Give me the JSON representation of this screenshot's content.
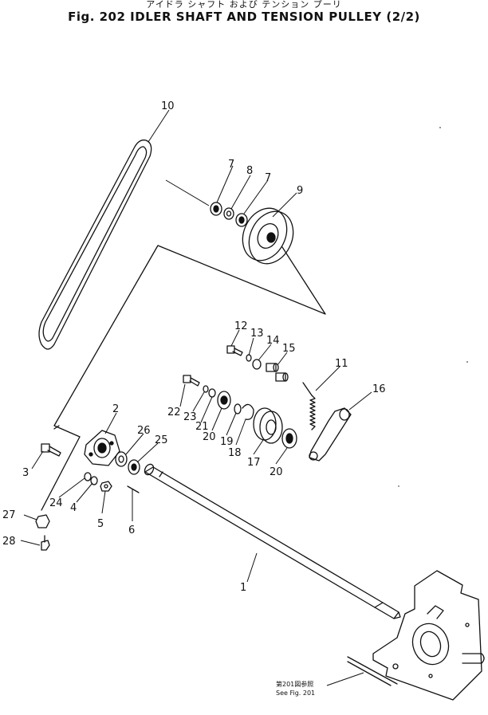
{
  "header": {
    "title_jp": "アイドラ シャフト および テンション プーリ",
    "title_en": "Fig. 202 IDLER SHAFT AND TENSION PULLEY (2/2)"
  },
  "callouts": {
    "c1": "1",
    "c2": "2",
    "c3": "3",
    "c4": "4",
    "c5": "5",
    "c6": "6",
    "c7a": "7",
    "c7b": "7",
    "c8": "8",
    "c9": "9",
    "c10": "10",
    "c11": "11",
    "c12": "12",
    "c13": "13",
    "c14": "14",
    "c15": "15",
    "c16": "16",
    "c17": "17",
    "c18": "18",
    "c19": "19",
    "c20a": "20",
    "c20b": "20",
    "c21": "21",
    "c22": "22",
    "c23": "23",
    "c24": "24",
    "c25": "25",
    "c26": "26",
    "c27": "27",
    "c28": "28"
  },
  "reference_note": {
    "line1": "第201図参照",
    "line2": "See Fig. 201"
  }
}
